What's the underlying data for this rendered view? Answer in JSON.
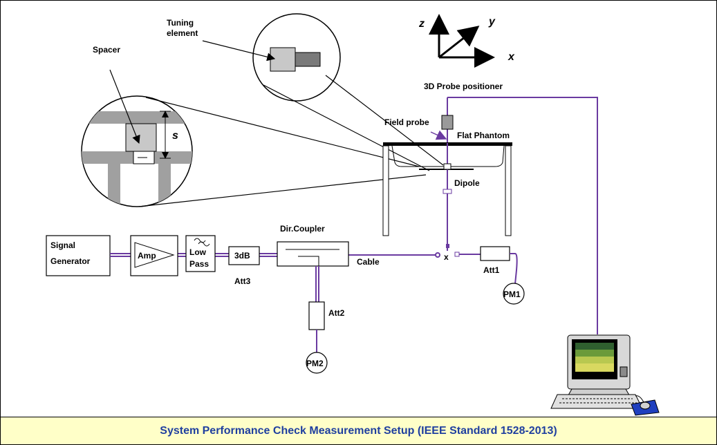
{
  "caption": "System Performance Check Measurement Setup (IEEE Standard 1528-2013)",
  "labels": {
    "tuning_element_1": "Tuning",
    "tuning_element_2": "element",
    "spacer": "Spacer",
    "spacer_dim": "s",
    "axis_z": "z",
    "axis_y": "y",
    "axis_x": "x",
    "probe_positioner": "3D Probe positioner",
    "field_probe": "Field probe",
    "flat_phantom": "Flat Phantom",
    "dipole": "Dipole",
    "signal_generator_1": "Signal",
    "signal_generator_2": "Generator",
    "amp": "Amp",
    "low_pass_1": "Low",
    "low_pass_2": "Pass",
    "att_3db": "3dB",
    "att3": "Att3",
    "dir_coupler": "Dir.Coupler",
    "cable": "Cable",
    "junction_x": "x",
    "att1": "Att1",
    "pm1": "PM1",
    "att2": "Att2",
    "pm2": "PM2"
  },
  "colors": {
    "caption_bg": "#ffffc8",
    "caption_text": "#1f3f9f",
    "cable": "#6a3aa0",
    "monitor_screen_top": "#2f5f2f",
    "monitor_screen_bottom": "#d8d860",
    "mouse_pad": "#1f3fbf"
  }
}
